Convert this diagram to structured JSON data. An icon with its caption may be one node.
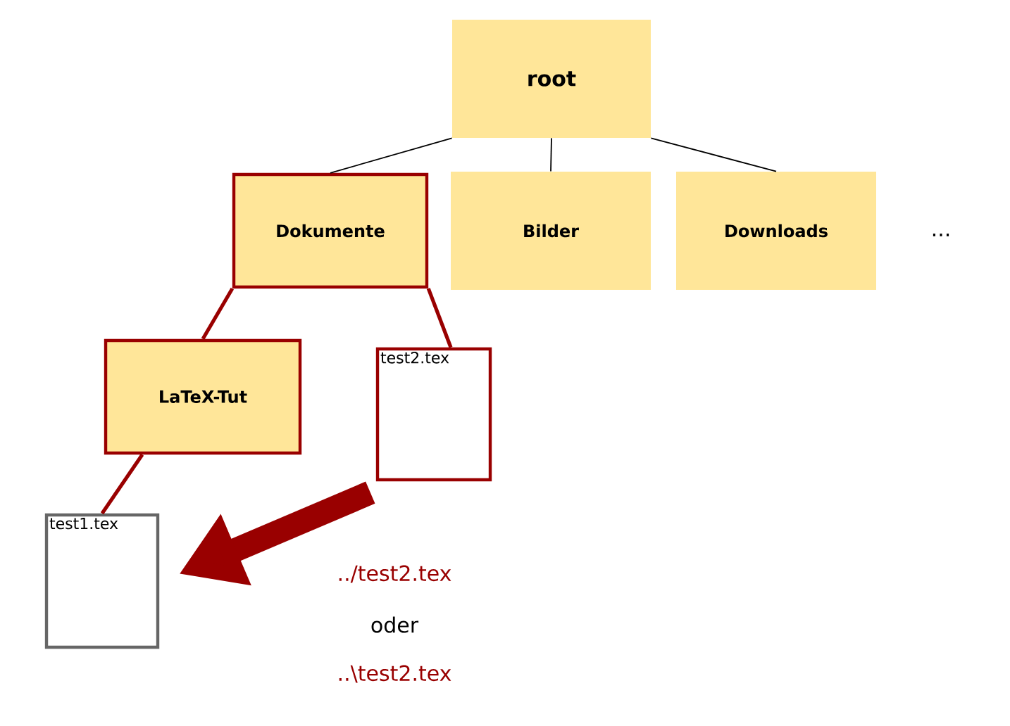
{
  "diagram": {
    "nodes": [
      {
        "text": [
          "root"
        ]
      },
      {
        "text": [
          "Dokumente"
        ]
      },
      {
        "text": [
          "Bilder"
        ]
      },
      {
        "text": [
          "Downloads"
        ]
      },
      {
        "text": [
          "LaTeX-Tut"
        ]
      },
      {
        "text": [
          "test2.tex"
        ]
      },
      {
        "text": [
          "test1.tex"
        ]
      }
    ],
    "edges": [
      {
        "from": 0,
        "to": 1,
        "arrow": "none",
        "color": "#000000"
      },
      {
        "from": 0,
        "to": 2,
        "arrow": "none",
        "color": "#000000"
      },
      {
        "from": 0,
        "to": 3,
        "arrow": "none",
        "color": "#000000"
      },
      {
        "from": 1,
        "to": 4,
        "arrow": "none",
        "color": "#990000"
      },
      {
        "from": 1,
        "to": 5,
        "arrow": "none",
        "color": "#990000"
      },
      {
        "from": 4,
        "to": 6,
        "arrow": "none",
        "color": "#990000"
      },
      {
        "from": 5,
        "to": 6,
        "arrow": "to",
        "style": "thick",
        "color": "#990000"
      }
    ],
    "labels": [
      "...",
      "../test2.tex",
      "oder",
      "..\\test2.tex"
    ]
  }
}
